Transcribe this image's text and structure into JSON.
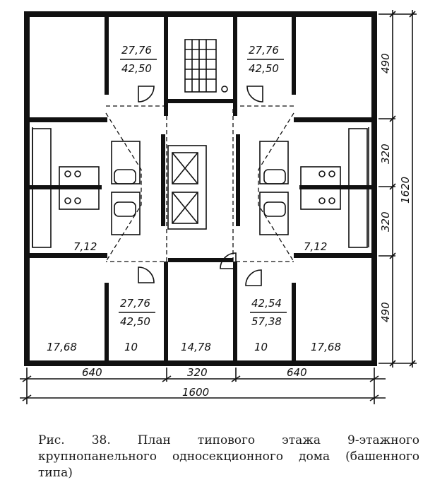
{
  "room_labels": [
    {
      "id": "apt-top-left",
      "area_living": "27,76",
      "area_total": "42,50"
    },
    {
      "id": "apt-top-right",
      "area_living": "27,76",
      "area_total": "42,50"
    },
    {
      "id": "apt-bottom-left",
      "area_living": "27,76",
      "area_total": "42,50"
    },
    {
      "id": "apt-bottom-right",
      "area_living": "42,54",
      "area_total": "57,38"
    }
  ],
  "room_areas": {
    "left_bottom": "17,68",
    "mid_left_bottom": "10",
    "center_bottom": "14,78",
    "mid_right_bottom": "10",
    "right_bottom": "17,68",
    "left_mid": "7,12",
    "right_mid": "7,12"
  },
  "dimensions": {
    "bottom_left": "640",
    "bottom_center": "320",
    "bottom_right": "640",
    "bottom_total": "1600",
    "right_top": "490",
    "right_upper_mid": "320",
    "right_lower_mid": "320",
    "right_bottom": "490",
    "right_total": "1620"
  },
  "caption": {
    "label": "Рис. 38.",
    "text": "План типового этажа 9-этажного крупнопанельного односекционного дома (башенного типа)"
  }
}
